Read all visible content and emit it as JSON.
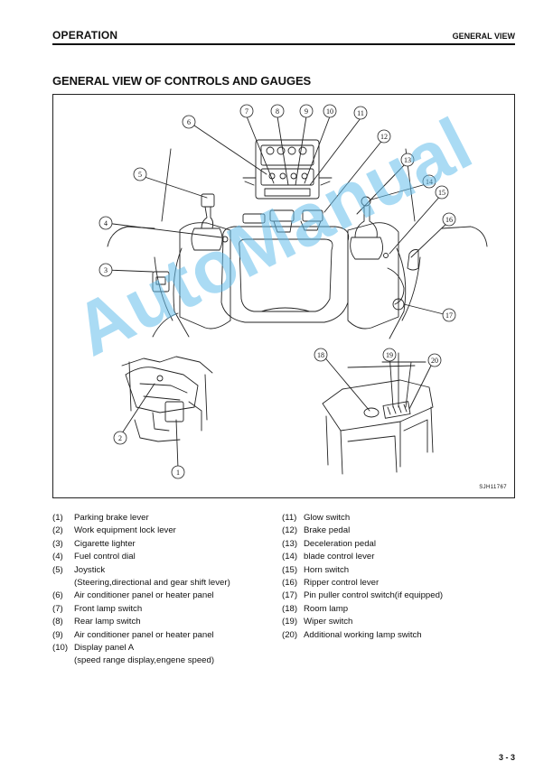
{
  "header": {
    "section": "OPERATION",
    "topic": "GENERAL VIEW"
  },
  "title": "GENERAL VIEW OF CONTROLS AND GAUGES",
  "figure": {
    "id_code": "SJH11767",
    "callouts": [
      "1",
      "2",
      "3",
      "4",
      "5",
      "6",
      "7",
      "8",
      "9",
      "10",
      "11",
      "12",
      "13",
      "14",
      "15",
      "16",
      "17",
      "18",
      "19",
      "20"
    ]
  },
  "watermark": "AutoManual",
  "legend_left": [
    {
      "num": "(1)",
      "text": "Parking brake lever"
    },
    {
      "num": "(2)",
      "text": "Work equipment lock lever"
    },
    {
      "num": "(3)",
      "text": "Cigarette lighter"
    },
    {
      "num": "(4)",
      "text": "Fuel control dial"
    },
    {
      "num": "(5)",
      "text": "Joystick",
      "sub": "(Steering,directional and gear shift lever)"
    },
    {
      "num": "(6)",
      "text": "Air conditioner panel or heater panel"
    },
    {
      "num": "(7)",
      "text": "Front lamp switch"
    },
    {
      "num": "(8)",
      "text": "Rear lamp switch"
    },
    {
      "num": "(9)",
      "text": "Air conditioner panel or heater panel"
    },
    {
      "num": "(10)",
      "text": "Display panel A",
      "sub": "(speed range display,engene speed)"
    }
  ],
  "legend_right": [
    {
      "num": "(11)",
      "text": "Glow switch"
    },
    {
      "num": "(12)",
      "text": "Brake pedal"
    },
    {
      "num": "(13)",
      "text": "Deceleration pedal"
    },
    {
      "num": "(14)",
      "text": "blade control lever"
    },
    {
      "num": "(15)",
      "text": "Horn switch"
    },
    {
      "num": "(16)",
      "text": "Ripper control lever"
    },
    {
      "num": "(17)",
      "text": "Pin puller control switch(if equipped)"
    },
    {
      "num": "(18)",
      "text": "Room lamp"
    },
    {
      "num": "(19)",
      "text": "Wiper switch"
    },
    {
      "num": "(20)",
      "text": "Additional working lamp switch"
    }
  ],
  "page_number": "3 - 3"
}
